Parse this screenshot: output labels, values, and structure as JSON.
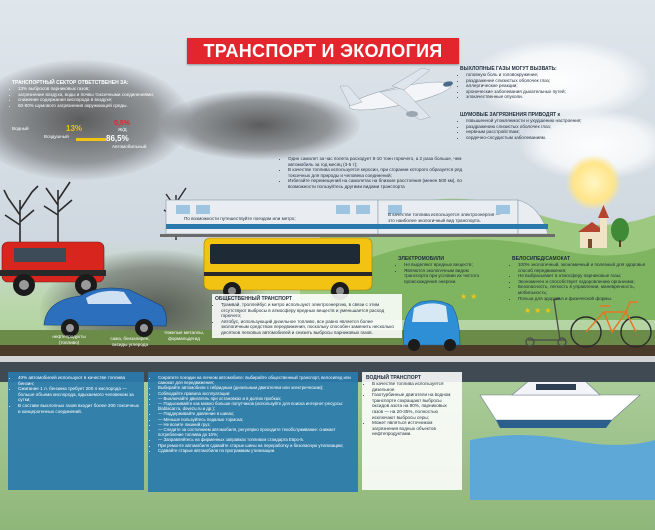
{
  "title": "ТРАНСПОРТ И ЭКОЛОГИЯ",
  "sector": {
    "heading": "ТРАНСПОРТНЫЙ СЕКТОР ОТВЕТСТВЕНЕН ЗА:",
    "items": [
      "13% выбросов парниковых газов;",
      "загрязнение воздуха, воды и почвы токсичными соединениями;",
      "снижение содержания кислорода в воздухе;",
      "60-80% шумового загрязнения окружающей среды."
    ],
    "pct_water": "Водный",
    "pct_13": "13%",
    "pct_air": "Воздушный",
    "pct_rail": "0,5%",
    "pct_rail_label": "Ж/Д",
    "pct_auto": "86,5%",
    "pct_auto_label": "Автомобильный"
  },
  "exhaust": {
    "heading": "ВЫХЛОПНЫЕ ГАЗЫ МОГУТ ВЫЗВАТЬ:",
    "items": [
      "головную боль и головокружение;",
      "раздражение слизистых оболочек глаз;",
      "аллергические реакции;",
      "хронические заболевания дыхательных путей;",
      "злокачественные опухоли."
    ]
  },
  "noise": {
    "heading": "ШУМОВЫЕ ЗАГРЯЗНЕНИЯ ПРИВОДЯТ к",
    "items": [
      "повышенной утомляемости и ухудшению настроения;",
      "раздражению слизистых оболочек глаз;",
      "нервным расстройствам;",
      "сердечно-сосудистым заболеваниям."
    ]
  },
  "plane": {
    "items": [
      "Один самолет за час полета расходует 8-10 тонн горючего, а 2 раза больше, чем автомобиль за год месяц (3-5 т);",
      "В качестве топлива используется керосин, при сгорании которого образуется ряд токсичных для природы и человека соединений;",
      "Избегайте перемещений на самолетах на близкие расстояния (менее 500 км), по возможности пользуйтесь другими видами транспорта"
    ]
  },
  "train": {
    "left": "По возможности путешествуйте поездом или метро;",
    "right": "В качестве топлива используется электроэнергия — это наиболее экологичный вид транспорта."
  },
  "public_transport": {
    "heading": "ОБЩЕСТВЕННЫЙ ТРАНСПОРТ",
    "items": [
      "Трамвай, троллейбус и метро используют электроэнергию, в связи с этим отсутствуют выбросы в атмосферу вредных веществ и уменьшается расход горючего;",
      "Автобус, использующий дизельное топливо, все равно является более экологичным средством передвижения, поскольку способен заменить несколько десятков легковых автомобилей и снизить выбросы парниковых газов."
    ]
  },
  "electric": {
    "heading": "ЭЛЕКТРОМОБИЛИ",
    "items": [
      "Не выделяют вредных веществ;",
      "Являются экологичным видом транспорта при условии их чистого происхождения энергии."
    ]
  },
  "bike": {
    "heading": "ВЕЛОСИПЕД/САМОКАТ",
    "items": [
      "100% экологичный, экономичный и полезный для здоровья способ передвижения;",
      "Не выбрасывает в атмосферу парниковые газы;",
      "Экономичен и способствует оздоровлению организма;",
      "Безопасность, легкость в управлении, маневренность, мобильность;",
      "Польза для здоровья и физической формы."
    ]
  },
  "car_labels": {
    "oil": "нефтепродукты (топливо)",
    "carbon": "сажа, бензапирен, оксиды углерода",
    "vocs": "тяжелые металлы, формальдегид"
  },
  "car_facts": {
    "items": [
      "40% автомобилей используют в качестве топлива бензин;",
      "Сжигание 1 л. бензина требует 200 л кислорода — больше объема кислорода, вдыхаемого человеком за сутки;",
      "В составе выхлопных газов входит более 200 токсичных и канцерогенных соединений."
    ]
  },
  "tips": {
    "items": [
      "Сократите поездки на личном автомобиле: выбирайте общественный транспорт, велосипед или самокат для передвижения;",
      "Выбирайте автомобили с гибридным (дизельным двигателем или электрическим);",
      "Соблюдайте правила эксплуатации:",
      "— Выключайте двигатель при остановках и в долгих пробках;",
      "— Подыскивайте как можно больше попутчиков (используйте для поиска интернет-ресурсы: blablacar.ru, dovezu.ru и др.);",
      "— Поддерживайте давление в шинах;",
      "— Меньше пользуйтесь педалью тормоза;",
      "— Не возите лишний груз;",
      "— Следите за состоянием автомобиля, регулярно проходите техобслуживание: снижает потребление топлива до 10%;",
      "— Заправляйтесь на фирменных заправках топливом стандарта Евро-5.",
      "При ремонте автомобиля сдавайте старые шины на переработку и безопасную утилизацию;",
      "Сдавайте старые автомобили по программам утилизации."
    ]
  },
  "water": {
    "heading": "ВОДНЫЙ ТРАНСПОРТ",
    "items": [
      "В качестве топлива используется дизельное",
      "Газотурбинные двигатели на водном транспорте сокращают выбросы оксидов азота на 90%, парниковых газов — на 20-35%, полностью исключают выбросы серы;",
      "Может являться источником загрязнения водных объектов нефтепродуктами."
    ]
  },
  "colors": {
    "title_red": "#e3262d",
    "panel_blue": "#2979ac",
    "bus_yellow": "#f2c313",
    "car_red": "#d8261f",
    "car_blue": "#2c6fbd"
  }
}
